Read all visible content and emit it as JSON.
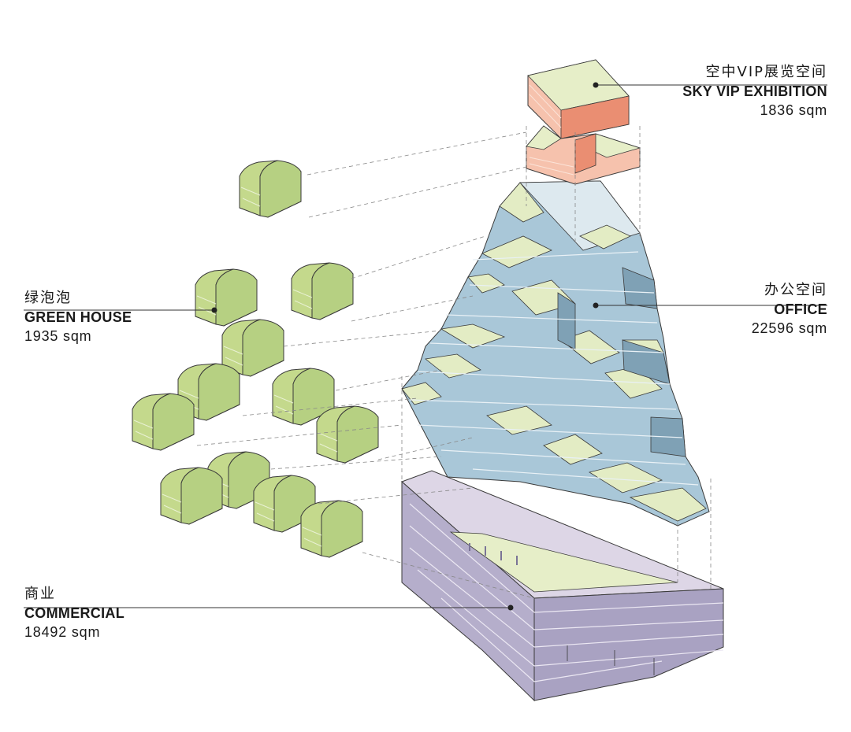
{
  "colors": {
    "green_face": "#c4d98c",
    "green_side": "#9fc27a",
    "green_top": "#d8e7ae",
    "blue_top": "#e3ecc4",
    "blue_side": "#a9c7d8",
    "blue_dark": "#7fa1b5",
    "purple_top": "#ddd6e6",
    "purple_side": "#b5aecb",
    "purple_dark": "#9c96b6",
    "salmon_front": "#f6c2ad",
    "salmon_dark": "#ea8e72",
    "salmon_top": "#e6eec8",
    "outline": "#3a3a3a",
    "leader": "#333333"
  },
  "labels": {
    "sky": {
      "cn": "空中VIP展览空间",
      "en": "SKY VIP EXHIBITION",
      "area": "1836 sqm"
    },
    "office": {
      "cn": "办公空间",
      "en": "OFFICE",
      "area": "22596 sqm"
    },
    "greenhouse": {
      "cn": "绿泡泡",
      "en": "GREEN HOUSE",
      "area": "1935 sqm"
    },
    "commercial": {
      "cn": "商业",
      "en": "COMMERCIAL",
      "area": "18492 sqm"
    }
  }
}
